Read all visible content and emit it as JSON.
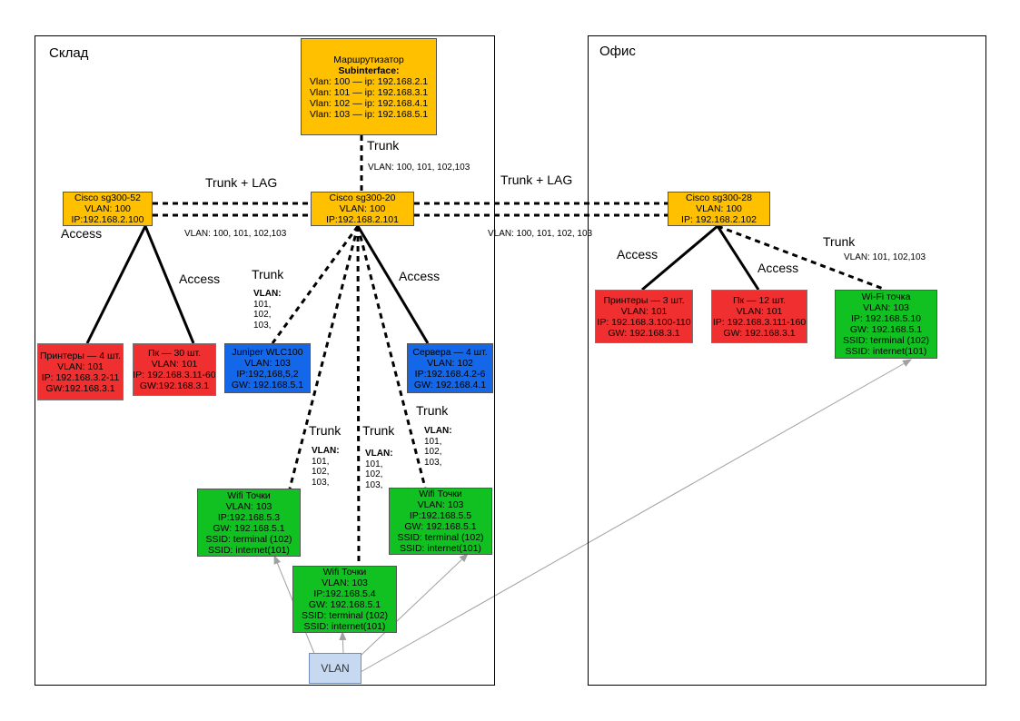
{
  "zones": {
    "warehouse": "Склад",
    "office": "Офис"
  },
  "nodes": {
    "router": {
      "title": "Маршрутизатор",
      "subtitle": "Subinterface:",
      "lines": [
        "Vlan: 100 — ip: 192.168.2.1",
        "Vlan: 101 — ip: 192.168.3.1",
        "Vlan: 102 — ip: 192.168.4.1",
        "Vlan: 103 — ip: 192.168.5.1"
      ]
    },
    "sw52": {
      "lines": [
        "Cisco sg300-52",
        "VLAN: 100",
        "IP:192.168.2.100"
      ]
    },
    "sw20": {
      "lines": [
        "Cisco sg300-20",
        "VLAN: 100",
        "IP:192.168.2.101"
      ]
    },
    "sw28": {
      "lines": [
        "Cisco sg300-28",
        "VLAN: 100",
        "IP: 192.168.2.102"
      ]
    },
    "printers_wh": {
      "lines": [
        "Принтеры — 4 шт.",
        "VLAN: 101",
        "IP: 192.168.3.2-11",
        "GW:192.168.3.1"
      ]
    },
    "pc_wh": {
      "lines": [
        "Пк — 30 шт.",
        "VLAN: 101",
        "IP: 192.168.3.11-60",
        "GW:192.168.3.1"
      ]
    },
    "juniper": {
      "lines": [
        "Juniper WLC100",
        "VLAN: 103",
        "IP:192,168,5,2",
        "GW: 192.168.5.1"
      ]
    },
    "servers": {
      "lines": [
        "Сервера — 4 шт.",
        "VLAN: 102",
        "IP:192.168.4.2-6",
        "GW: 192.168.4.1"
      ]
    },
    "wifi3": {
      "lines": [
        "Wifi Точки",
        "VLAN: 103",
        "IP:192.168.5.3",
        "GW: 192.168.5.1",
        "SSID: terminal (102)",
        "SSID: internet(101)"
      ]
    },
    "wifi4": {
      "lines": [
        "Wifi Точки",
        "VLAN: 103",
        "IP:192.168.5.4",
        "GW: 192.168.5.1",
        "SSID: terminal (102)",
        "SSID: internet(101)"
      ]
    },
    "wifi5": {
      "lines": [
        "Wifi Точки",
        "VLAN: 103",
        "IP:192.168.5.5",
        "GW: 192.168.5.1",
        "SSID: terminal (102)",
        "SSID: internet(101)"
      ]
    },
    "printers_of": {
      "lines": [
        "Принтеры — 3 шт.",
        "VLAN: 101",
        "IP: 192.168.3.100-110",
        "GW: 192.168.3.1"
      ]
    },
    "pc_of": {
      "lines": [
        "Пк — 12 шт.",
        "VLAN: 101",
        "IP: 192.168.3.111-160",
        "GW: 192.168.3.1"
      ]
    },
    "wifi_of": {
      "lines": [
        "Wi-Fi точка",
        "VLAN: 103",
        "IP: 192.168.5.10",
        "GW: 192.168.5.1",
        "SSID: terminal (102)",
        "SSID: internet(101)"
      ]
    },
    "vlan": {
      "label": "VLAN"
    }
  },
  "labels": {
    "trunk_router": "Trunk",
    "vlan_router": "VLAN: 100, 101, 102,103",
    "trunk_lag_left": "Trunk + LAG",
    "vlan_lag_left": "VLAN: 100, 101, 102,103",
    "trunk_lag_right": "Trunk + LAG",
    "vlan_lag_right": "VLAN: 100, 101, 102, 103",
    "access_sw52_left": "Access",
    "access_sw52_right": "Access",
    "trunk_juniper": "Trunk",
    "access_servers": "Access",
    "trunk_wifi3": "Trunk",
    "trunk_wifi4": "Trunk",
    "trunk_wifi5": "Trunk",
    "access_of_printers": "Access",
    "access_of_pc": "Access",
    "trunk_of_wifi": "Trunk",
    "vlan_of_wifi": "VLAN: 101, 102,103"
  },
  "vlan_stacks": {
    "juniper": {
      "head": "VLAN:",
      "rows": [
        "101,",
        "102,",
        "103,"
      ]
    },
    "wifi3": {
      "head": "VLAN:",
      "rows": [
        "101,",
        "102,",
        "103,"
      ]
    },
    "wifi4": {
      "head": "VLAN:",
      "rows": [
        "101,",
        "102,",
        "103,"
      ]
    },
    "wifi5": {
      "head": "VLAN:",
      "rows": [
        "101,",
        "102,",
        "103,"
      ]
    }
  },
  "colors": {
    "switch": "#ffc000",
    "end_device": "#f03030",
    "wlc_server": "#1467e8",
    "wifi": "#11c121",
    "vlan_box": "#c6d9f0",
    "arrow": "#a0a0a0"
  }
}
